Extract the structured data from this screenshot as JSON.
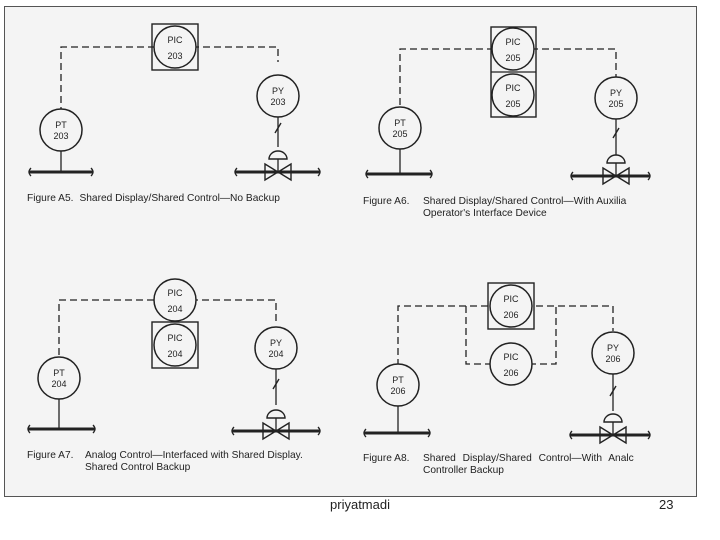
{
  "slide": {
    "footer_author": "priyatmadi",
    "page_number": "23"
  },
  "figures": [
    {
      "id": "A5",
      "caption_label": "Figure A5.",
      "caption_line1": "Shared Display/Shared Control—No Backup",
      "caption_line2": "",
      "instruments": [
        {
          "role": "controller-shared",
          "tag": "PIC",
          "loop": "203"
        },
        {
          "role": "transmitter",
          "tag": "PT",
          "loop": "203"
        },
        {
          "role": "transducer",
          "tag": "PY",
          "loop": "203"
        }
      ]
    },
    {
      "id": "A6",
      "caption_label": "Figure A6.",
      "caption_line1": "Shared Display/Shared Control—With Auxilia",
      "caption_line2": "Operator's Interface Device",
      "instruments": [
        {
          "role": "controller-shared",
          "tag": "PIC",
          "loop": "205"
        },
        {
          "role": "controller-auxiliary",
          "tag": "PIC",
          "loop": "205"
        },
        {
          "role": "transmitter",
          "tag": "PT",
          "loop": "205"
        },
        {
          "role": "transducer",
          "tag": "PY",
          "loop": "205"
        }
      ]
    },
    {
      "id": "A7",
      "caption_label": "Figure A7.",
      "caption_line1": "Analog Control—Interfaced with Shared Display.",
      "caption_line2": "Shared Control Backup",
      "instruments": [
        {
          "role": "controller-analog",
          "tag": "PIC",
          "loop": "204"
        },
        {
          "role": "controller-shared",
          "tag": "PIC",
          "loop": "204"
        },
        {
          "role": "transmitter",
          "tag": "PT",
          "loop": "204"
        },
        {
          "role": "transducer",
          "tag": "PY",
          "loop": "204"
        }
      ]
    },
    {
      "id": "A8",
      "caption_label": "Figure A8.",
      "caption_line1": "Shared Display/Shared Control—With Analc",
      "caption_line2": "Controller Backup",
      "instruments": [
        {
          "role": "controller-shared",
          "tag": "PIC",
          "loop": "206"
        },
        {
          "role": "controller-analog",
          "tag": "PIC",
          "loop": "206"
        },
        {
          "role": "transmitter",
          "tag": "PT",
          "loop": "206"
        },
        {
          "role": "transducer",
          "tag": "PY",
          "loop": "206"
        }
      ]
    }
  ]
}
